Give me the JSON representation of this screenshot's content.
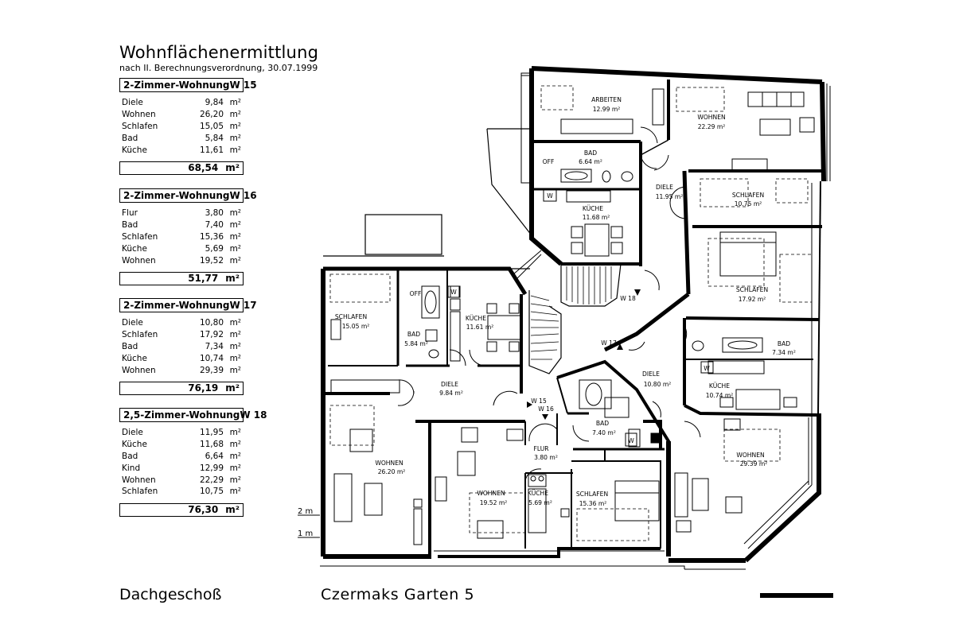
{
  "header": {
    "title": "Wohnflächenermittlung",
    "subtitle": "nach II. Berechnungsverordnung, 30.07.1999"
  },
  "apartments": [
    {
      "name": "2-Zimmer-Wohnung",
      "code": "W 15",
      "rooms": [
        {
          "label": "Diele",
          "value": "9,84",
          "unit": "m²"
        },
        {
          "label": "Wohnen",
          "value": "26,20",
          "unit": "m²"
        },
        {
          "label": "Schlafen",
          "value": "15,05",
          "unit": "m²"
        },
        {
          "label": "Bad",
          "value": "5,84",
          "unit": "m²"
        },
        {
          "label": "Küche",
          "value": "11,61",
          "unit": "m²"
        }
      ],
      "total": "68,54",
      "total_unit": "m²"
    },
    {
      "name": "2-Zimmer-Wohnung",
      "code": "W 16",
      "rooms": [
        {
          "label": "Flur",
          "value": "3,80",
          "unit": "m²"
        },
        {
          "label": "Bad",
          "value": "7,40",
          "unit": "m²"
        },
        {
          "label": "Schlafen",
          "value": "15,36",
          "unit": "m²"
        },
        {
          "label": "Küche",
          "value": "5,69",
          "unit": "m²"
        },
        {
          "label": "Wohnen",
          "value": "19,52",
          "unit": "m²"
        }
      ],
      "total": "51,77",
      "total_unit": "m²"
    },
    {
      "name": "2-Zimmer-Wohnung",
      "code": "W 17",
      "rooms": [
        {
          "label": "Diele",
          "value": "10,80",
          "unit": "m²"
        },
        {
          "label": "Schlafen",
          "value": "17,92",
          "unit": "m²"
        },
        {
          "label": "Bad",
          "value": "7,34",
          "unit": "m²"
        },
        {
          "label": "Küche",
          "value": "10,74",
          "unit": "m²"
        },
        {
          "label": "Wohnen",
          "value": "29,39",
          "unit": "m²"
        }
      ],
      "total": "76,19",
      "total_unit": "m²"
    },
    {
      "name": "2,5-Zimmer-Wohnung",
      "code": "W 18",
      "rooms": [
        {
          "label": "Diele",
          "value": "11,95",
          "unit": "m²"
        },
        {
          "label": "Küche",
          "value": "11,68",
          "unit": "m²"
        },
        {
          "label": "Bad",
          "value": "6,64",
          "unit": "m²"
        },
        {
          "label": "Kind",
          "value": "12,99",
          "unit": "m²"
        },
        {
          "label": "Wohnen",
          "value": "22,29",
          "unit": "m²"
        },
        {
          "label": "Schlafen",
          "value": "10,75",
          "unit": "m²"
        }
      ],
      "total": "76,30",
      "total_unit": "m²"
    }
  ],
  "plan": {
    "rooms": {
      "arbeiten": {
        "name": "ARBEITEN",
        "area": "12.99  m²"
      },
      "wohnen_w18": {
        "name": "WOHNEN",
        "area": "22.29  m²"
      },
      "bad_w18": {
        "name": "BAD",
        "area": "6.64  m²"
      },
      "diele_w18": {
        "name": "DIELE",
        "area": "11.95  m²"
      },
      "schlafen_w18": {
        "name": "SCHLAFEN",
        "area": "10.75  m²"
      },
      "kueche_w18": {
        "name": "KÜCHE",
        "area": "11.68  m²"
      },
      "schlafen_w17": {
        "name": "SCHLAFEN",
        "area": "17.92  m²"
      },
      "bad_w17": {
        "name": "BAD",
        "area": "7.34  m²"
      },
      "kueche_w17": {
        "name": "KÜCHE",
        "area": "10.74  m²"
      },
      "diele_w17": {
        "name": "DIELE",
        "area": "10.80  m²"
      },
      "wohnen_w17": {
        "name": "WOHNEN",
        "area": "29.39  m²"
      },
      "schlafen_w15": {
        "name": "SCHLAFEN",
        "area": "15.05  m²"
      },
      "bad_w15": {
        "name": "BAD",
        "area": "5.84  m²"
      },
      "kueche_w15": {
        "name": "KÜCHE",
        "area": "11.61  m²"
      },
      "diele_w15": {
        "name": "DIELE",
        "area": "9.84  m²"
      },
      "wohnen_w15": {
        "name": "WOHNEN",
        "area": "26.20  m²"
      },
      "bad_w16": {
        "name": "BAD",
        "area": "7.40  m²"
      },
      "flur_w16": {
        "name": "FLUR",
        "area": "3.80  m²"
      },
      "wohnen_w16": {
        "name": "WOHNEN",
        "area": "19.52  m²"
      },
      "kueche_w16": {
        "name": "KÜCHE",
        "area": "5.69  m²"
      },
      "schlafen_w16": {
        "name": "SCHLAFEN",
        "area": "15.36  m²"
      }
    },
    "unit_labels": {
      "w15": "W 15",
      "w16": "W 16",
      "w17": "W 17",
      "w18": "W 18"
    },
    "appliance_labels": {
      "w": "W",
      "off": "OFF"
    },
    "level_labels": {
      "level2": "2 m",
      "level1": "1 m"
    }
  },
  "footer": {
    "floor": "Dachgeschoß",
    "address": "Czermaks Garten 5"
  }
}
